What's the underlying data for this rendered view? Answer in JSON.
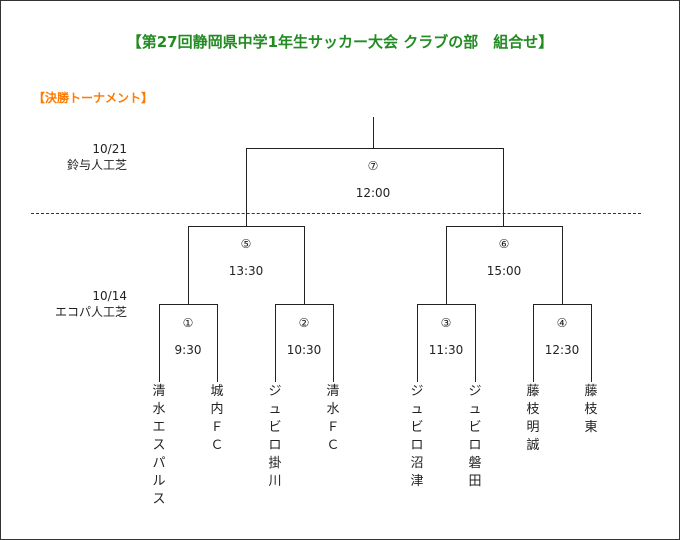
{
  "title": "【第27回静岡県中学1年生サッカー大会 クラブの部　組合せ】",
  "subtitle": "【決勝トーナメント】",
  "venues": [
    {
      "date": "10/21",
      "place": "鈴与人工芝"
    },
    {
      "date": "10/14",
      "place": "エコパ人工芝"
    }
  ],
  "matches": [
    {
      "id": "m1",
      "no": "①",
      "time": "9:30"
    },
    {
      "id": "m2",
      "no": "②",
      "time": "10:30"
    },
    {
      "id": "m3",
      "no": "③",
      "time": "11:30"
    },
    {
      "id": "m4",
      "no": "④",
      "time": "12:30"
    },
    {
      "id": "m5",
      "no": "⑤",
      "time": "13:30"
    },
    {
      "id": "m6",
      "no": "⑥",
      "time": "15:00"
    },
    {
      "id": "m7",
      "no": "⑦",
      "time": "12:00"
    }
  ],
  "teams": [
    "清水エスパルス",
    "城内ＦＣ",
    "ジュビロ掛川",
    "清水ＦＣ",
    "ジュビロ沼津",
    "ジュビロ磐田",
    "藤枝明誠",
    "藤枝東"
  ]
}
